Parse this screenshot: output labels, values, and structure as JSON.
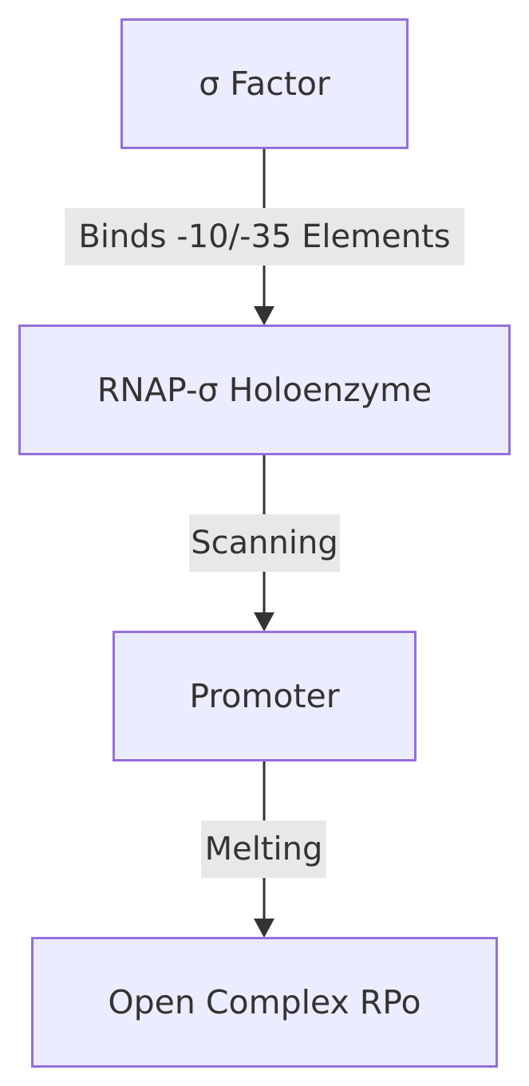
{
  "nodes": [
    {
      "id": "sigma-factor",
      "label": "σ Factor"
    },
    {
      "id": "holoenzyme",
      "label": "RNAP-σ Holoenzyme"
    },
    {
      "id": "promoter",
      "label": "Promoter"
    },
    {
      "id": "open-complex",
      "label": "Open Complex RPo"
    }
  ],
  "edges": [
    {
      "from": "sigma-factor",
      "to": "holoenzyme",
      "label": "Binds -10/-35 Elements"
    },
    {
      "from": "holoenzyme",
      "to": "promoter",
      "label": "Scanning"
    },
    {
      "from": "promoter",
      "to": "open-complex",
      "label": "Melting"
    }
  ],
  "colors": {
    "node_fill": "#ececff",
    "node_border": "#9370db",
    "edge": "#333333",
    "label_bg": "#e8e8e8",
    "text": "#333333"
  }
}
